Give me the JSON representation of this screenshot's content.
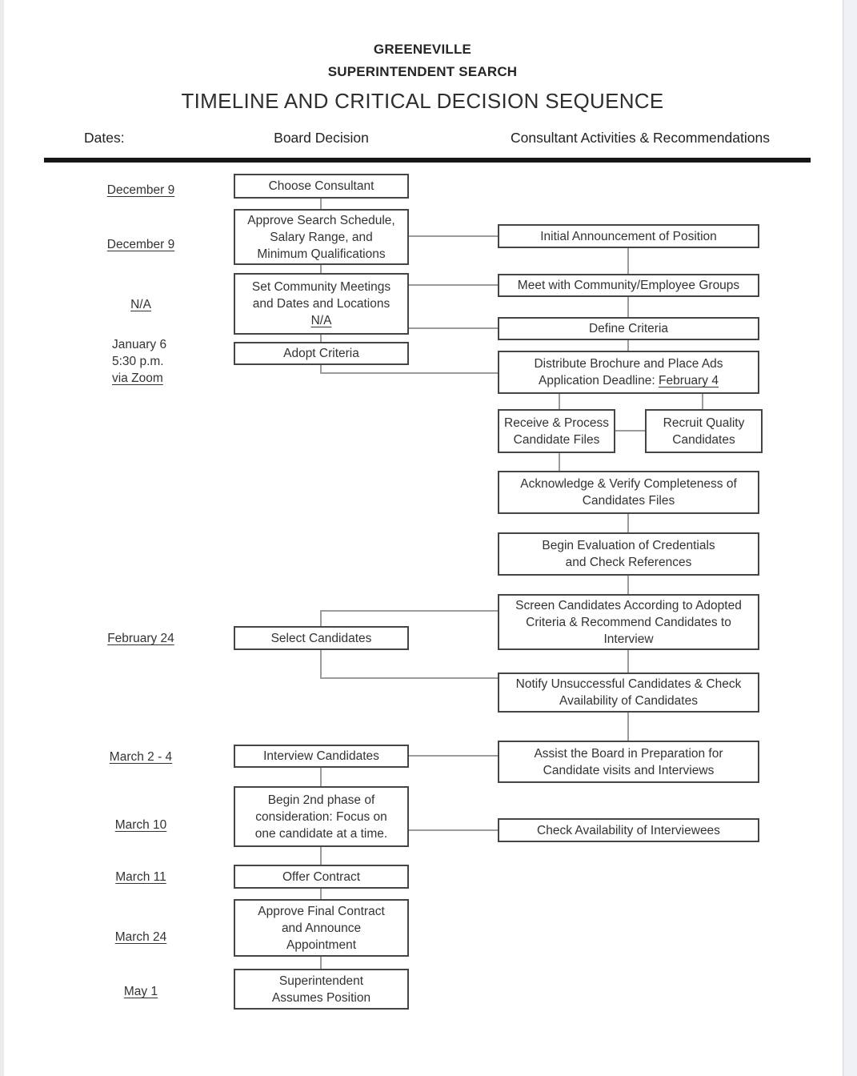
{
  "title": {
    "line1": "GREENEVILLE",
    "line2": "SUPERINTENDENT SEARCH",
    "line3": "TIMELINE AND CRITICAL DECISION SEQUENCE"
  },
  "headers": {
    "dates": "Dates:",
    "board": "Board Decision",
    "consultant": "Consultant Activities & Recommendations"
  },
  "dates": [
    {
      "id": "date-december-9-a",
      "lines": [
        {
          "text": "December 9",
          "underline": true
        }
      ]
    },
    {
      "id": "date-december-9-b",
      "lines": [
        {
          "text": "December 9",
          "underline": true
        }
      ]
    },
    {
      "id": "date-na",
      "lines": [
        {
          "text": "N/A",
          "underline": true
        }
      ]
    },
    {
      "id": "date-january-6",
      "lines": [
        {
          "text": "January 6",
          "underline": false
        },
        {
          "text": "5:30 p.m.",
          "underline": false
        },
        {
          "text": "via Zoom",
          "underline": true
        }
      ]
    },
    {
      "id": "date-february-24",
      "lines": [
        {
          "text": "February 24",
          "underline": true
        }
      ]
    },
    {
      "id": "date-march-2-4",
      "lines": [
        {
          "text": "March 2 - 4",
          "underline": true
        }
      ]
    },
    {
      "id": "date-march-10",
      "lines": [
        {
          "text": "March 10",
          "underline": true
        }
      ]
    },
    {
      "id": "date-march-11",
      "lines": [
        {
          "text": "March 11",
          "underline": true
        }
      ]
    },
    {
      "id": "date-march-24",
      "lines": [
        {
          "text": "March 24",
          "underline": true
        }
      ]
    },
    {
      "id": "date-may-1",
      "lines": [
        {
          "text": "May 1",
          "underline": true
        }
      ]
    }
  ],
  "board_boxes": [
    {
      "id": "choose-consultant",
      "lines": [
        {
          "text": "Choose Consultant"
        }
      ]
    },
    {
      "id": "approve-search-schedule",
      "lines": [
        {
          "text": "Approve Search Schedule,"
        },
        {
          "text": "Salary Range, and"
        },
        {
          "text": "Minimum Qualifications"
        }
      ]
    },
    {
      "id": "set-community-meetings",
      "lines": [
        {
          "text": "Set Community Meetings"
        },
        {
          "text": "and Dates and Locations"
        },
        {
          "text": "N/A",
          "underline": true
        }
      ]
    },
    {
      "id": "adopt-criteria",
      "lines": [
        {
          "text": "Adopt Criteria"
        }
      ]
    },
    {
      "id": "select-candidates",
      "lines": [
        {
          "text": "Select Candidates"
        }
      ]
    },
    {
      "id": "interview-candidates",
      "lines": [
        {
          "text": "Interview Candidates"
        }
      ]
    },
    {
      "id": "begin-2nd-phase",
      "lines": [
        {
          "text": "Begin 2nd phase of"
        },
        {
          "text": "consideration: Focus on"
        },
        {
          "text": "one candidate at a time."
        }
      ]
    },
    {
      "id": "offer-contract",
      "lines": [
        {
          "text": "Offer Contract"
        }
      ]
    },
    {
      "id": "approve-final-contract",
      "lines": [
        {
          "text": "Approve Final Contract"
        },
        {
          "text": "and Announce"
        },
        {
          "text": "Appointment"
        }
      ]
    },
    {
      "id": "superintendent-assumes-position",
      "lines": [
        {
          "text": "Superintendent"
        },
        {
          "text": "Assumes Position"
        }
      ]
    }
  ],
  "consultant_boxes": [
    {
      "id": "initial-announcement",
      "lines": [
        {
          "text": "Initial Announcement of Position"
        }
      ]
    },
    {
      "id": "meet-community-groups",
      "lines": [
        {
          "text": "Meet with Community/Employee Groups"
        }
      ]
    },
    {
      "id": "define-criteria",
      "lines": [
        {
          "text": "Define Criteria"
        }
      ]
    },
    {
      "id": "distribute-brochure",
      "lines": [
        {
          "text": "Distribute Brochure and Place Ads"
        },
        {
          "pre": "Application Deadline: ",
          "text": "February 4",
          "underline": true
        }
      ]
    },
    {
      "id": "receive-process-files",
      "lines": [
        {
          "text": "Receive & Process"
        },
        {
          "text": "Candidate Files"
        }
      ]
    },
    {
      "id": "recruit-quality-candidates",
      "lines": [
        {
          "text": "Recruit Quality"
        },
        {
          "text": "Candidates"
        }
      ]
    },
    {
      "id": "acknowledge-verify-completeness",
      "lines": [
        {
          "text": "Acknowledge & Verify Completeness of"
        },
        {
          "text": "Candidates Files"
        }
      ]
    },
    {
      "id": "begin-evaluation",
      "lines": [
        {
          "text": "Begin Evaluation of Credentials"
        },
        {
          "text": "and Check References"
        }
      ]
    },
    {
      "id": "screen-candidates",
      "lines": [
        {
          "text": "Screen Candidates According to Adopted"
        },
        {
          "text": "Criteria & Recommend Candidates to"
        },
        {
          "text": "Interview"
        }
      ]
    },
    {
      "id": "notify-unsuccessful",
      "lines": [
        {
          "text": "Notify Unsuccessful Candidates & Check"
        },
        {
          "text": "Availability of Candidates"
        }
      ]
    },
    {
      "id": "assist-board",
      "lines": [
        {
          "text": "Assist the Board in Preparation for"
        },
        {
          "text": "Candidate visits and Interviews"
        }
      ]
    },
    {
      "id": "check-availability-interviewees",
      "lines": [
        {
          "text": "Check Availability of Interviewees"
        }
      ]
    }
  ],
  "colors": {
    "box_border": "#454545",
    "connector": "#9b9b9b",
    "rule": "#161616",
    "text": "#333333"
  }
}
